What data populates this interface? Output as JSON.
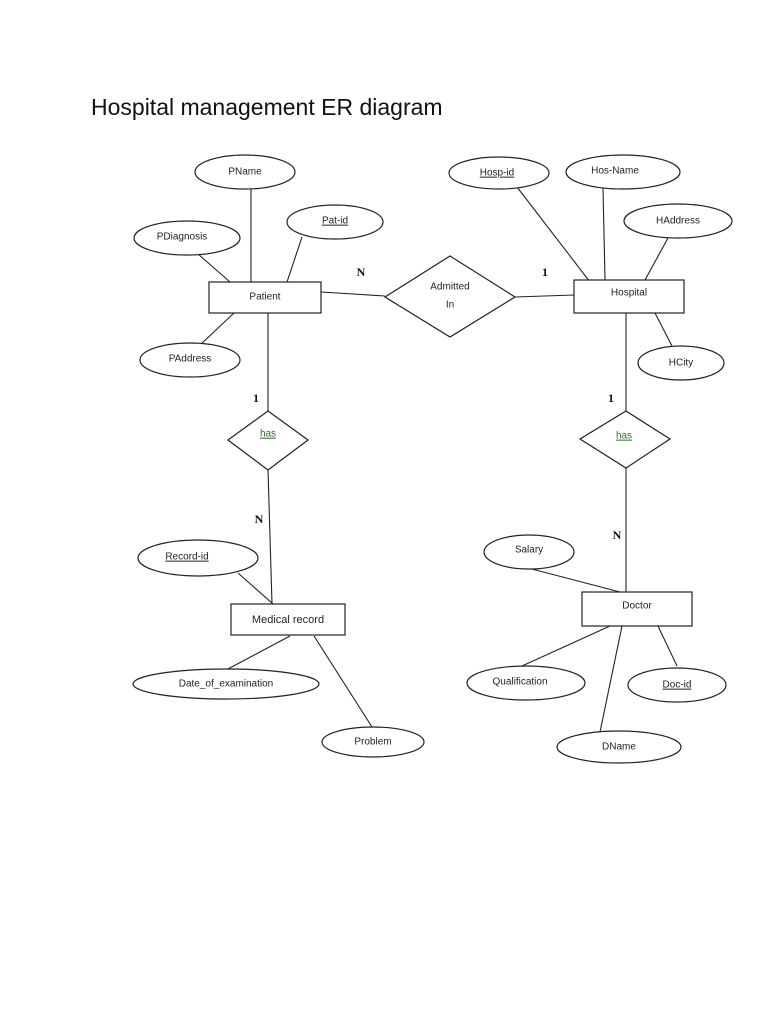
{
  "title": "Hospital management ER diagram",
  "entities": {
    "patient": "Patient",
    "hospital": "Hospital",
    "medical_record": "Medical record",
    "doctor": "Doctor"
  },
  "relationships": {
    "admitted_in": {
      "line1": "Admitted",
      "line2": "In"
    },
    "patient_has": "has",
    "hospital_has": "has"
  },
  "attributes": {
    "pname": "PName",
    "pat_id": "Pat-id",
    "pdiagnosis": "PDiagnosis",
    "paddress": "PAddress",
    "hosp_id": "Hosp-id",
    "hos_name": "Hos-Name",
    "haddress": "HAddress",
    "hcity": "HCity",
    "record_id": "Record-id",
    "date_of_examination": "Date_of_examination",
    "problem": "Problem",
    "salary": "Salary",
    "qualification": "Qualification",
    "doc_id": "Doc-id",
    "dname": "DName"
  },
  "cardinalities": {
    "patient_admitted": "N",
    "hospital_admitted": "1",
    "patient_has": "1",
    "record_has": "N",
    "hospital_has": "1",
    "doctor_has": "N"
  },
  "primary_keys": [
    "pat_id",
    "hosp_id",
    "record_id",
    "doc_id"
  ]
}
